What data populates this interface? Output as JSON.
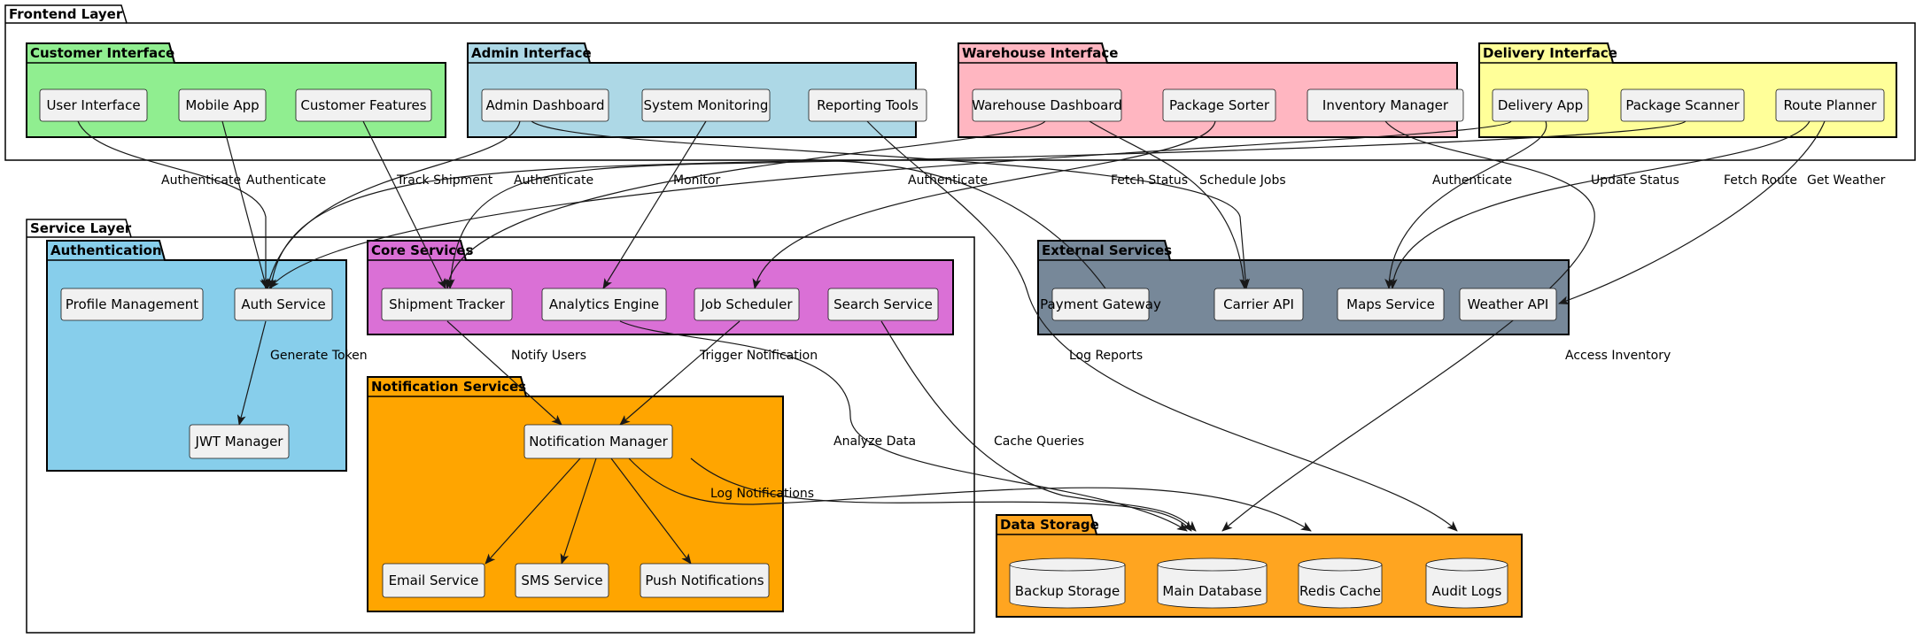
{
  "colors": {
    "customer": "#90EE90",
    "admin": "#ADD8E6",
    "warehouse": "#FFB6C1",
    "delivery": "#FFFF99",
    "authentication": "#87CEEB",
    "core": "#DA70D6",
    "notification": "#FFA500",
    "external": "#778899",
    "storage": "#FFA520",
    "node": "#F1F1F1"
  },
  "packages": {
    "frontend": "Frontend Layer",
    "customer": "Customer Interface",
    "admin": "Admin Interface",
    "warehouse": "Warehouse Interface",
    "delivery": "Delivery Interface",
    "service": "Service Layer",
    "authentication": "Authentication",
    "core": "Core Services",
    "notification": "Notification Services",
    "external": "External Services",
    "storage": "Data Storage"
  },
  "nodes": {
    "user_interface": "User Interface",
    "mobile_app": "Mobile App",
    "customer_features": "Customer Features",
    "admin_dashboard": "Admin Dashboard",
    "system_monitoring": "System Monitoring",
    "reporting_tools": "Reporting Tools",
    "warehouse_dashboard": "Warehouse Dashboard",
    "package_sorter": "Package Sorter",
    "inventory_manager": "Inventory Manager",
    "delivery_app": "Delivery App",
    "package_scanner": "Package Scanner",
    "route_planner": "Route Planner",
    "profile_management": "Profile Management",
    "auth_service": "Auth Service",
    "jwt_manager": "JWT Manager",
    "shipment_tracker": "Shipment Tracker",
    "analytics_engine": "Analytics Engine",
    "job_scheduler": "Job Scheduler",
    "search_service": "Search Service",
    "notification_manager": "Notification Manager",
    "email_service": "Email Service",
    "sms_service": "SMS Service",
    "push_notifications": "Push Notifications",
    "payment_gateway": "Payment Gateway",
    "carrier_api": "Carrier API",
    "maps_service": "Maps Service",
    "weather_api": "Weather API",
    "backup_storage": "Backup Storage",
    "main_database": "Main Database",
    "redis_cache": "Redis Cache",
    "audit_logs": "Audit Logs"
  },
  "edges": {
    "authenticate": "Authenticate",
    "track_shipment": "Track Shipment",
    "monitor": "Monitor",
    "fetch_status": "Fetch Status",
    "schedule_jobs": "Schedule Jobs",
    "update_status": "Update Status",
    "fetch_route": "Fetch Route",
    "get_weather": "Get Weather",
    "generate_token": "Generate Token",
    "notify_users": "Notify Users",
    "trigger_notification": "Trigger Notification",
    "log_reports": "Log Reports",
    "access_inventory": "Access Inventory",
    "analyze_data": "Analyze Data",
    "cache_queries": "Cache Queries",
    "log_notifications": "Log Notifications"
  }
}
